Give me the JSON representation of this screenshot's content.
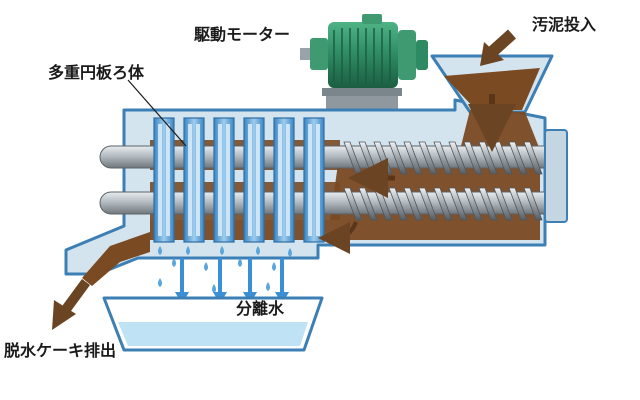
{
  "labels": {
    "drive_motor": "駆動モーター",
    "sludge_input": "汚泥投入",
    "multi_disc": "多重円板ろ体",
    "separated_water": "分離水",
    "dewatered_cake": "脱水ケーキ排出"
  },
  "colors": {
    "housing_fill": "#d4e4ef",
    "housing_stroke": "#3c7fb4",
    "sludge": "#7a4a22",
    "sludge_dark": "#5a3517",
    "disc_blue": "#5aa6dc",
    "disc_light": "#cfe6f7",
    "shaft": "#9aa3aa",
    "motor_green": "#2e8a63",
    "water": "#bfe2f5",
    "arrow_blue": "#3b8fd6",
    "arrow_brown": "#6b4423"
  },
  "icons": {
    "motor": "motor-icon",
    "flow_arrow": "arrow-icon",
    "droplet": "droplet-icon"
  }
}
